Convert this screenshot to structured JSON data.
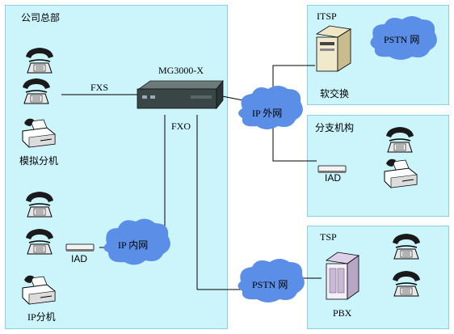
{
  "labels": {
    "hq": "公司总部",
    "analog_ext": "模拟分机",
    "ip_ext": "IP分机",
    "mg": "MG3000-X",
    "fxs": "FXS",
    "fxo": "FXO",
    "iad_hq": "IAD",
    "ip_intranet": "IP 内网",
    "ip_internet": "IP 外网",
    "pstn_main": "PSTN 网",
    "itsp": "ITSP",
    "itsp_pstn": "PSTN 网",
    "softswitch": "软交换",
    "branch": "分支机构",
    "iad_branch": "IAD",
    "tsp": "TSP",
    "pbx": "PBX"
  },
  "colors": {
    "panel": "#ccf5fb",
    "cloud": "#5b8ee6",
    "line": "#000000"
  }
}
